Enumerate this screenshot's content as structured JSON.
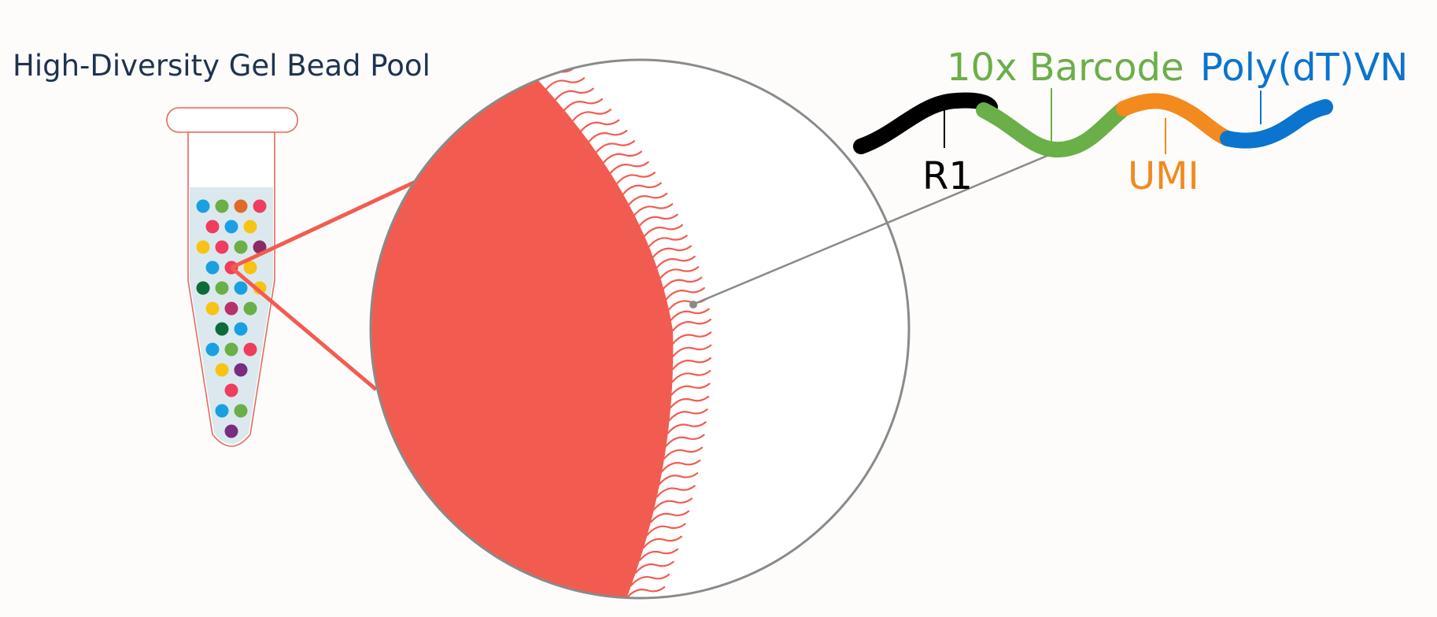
{
  "title": "High-Diversity Gel Bead Pool",
  "labels": {
    "barcode": "10x Barcode",
    "polydt": "Poly(dT)VN",
    "r1": "R1",
    "umi": "UMI"
  },
  "colors": {
    "title": "#1f3350",
    "bead": "#f25c50",
    "r1": "#000000",
    "barcode": "#6aaf47",
    "umi": "#f28a1d",
    "polydt": "#0a74cf",
    "connector": "#888888",
    "tube_fill": "#dbe9ef",
    "tube_outline": "#e36a5d"
  },
  "tube_dots": [
    [
      "#1aa0e0",
      "#6aaf47",
      "#e06a2a",
      "#ee3d5e"
    ],
    [
      "#ee3d5e",
      "#1aa0e0",
      "#f7c315"
    ],
    [
      "#f7c315",
      "#ee3d5e",
      "#6aaf47",
      "#8a2b65"
    ],
    [
      "#1aa0e0",
      "#ee3d5e",
      "#f7c315"
    ],
    [
      "#0d6b3a",
      "#6aaf47",
      "#1aa0e0",
      "#f7c315"
    ],
    [
      "#f7c315",
      "#b5336a",
      "#6aaf47"
    ],
    [
      "#0d6b3a",
      "#1aa0e0"
    ],
    [
      "#1aa0e0",
      "#6aaf47",
      "#ee3d5e"
    ],
    [
      "#f7c315",
      "#7a2c80"
    ],
    [
      "#ee3d5e"
    ],
    [
      "#1aa0e0",
      "#6aaf47"
    ],
    [
      "#7a2c80"
    ]
  ]
}
